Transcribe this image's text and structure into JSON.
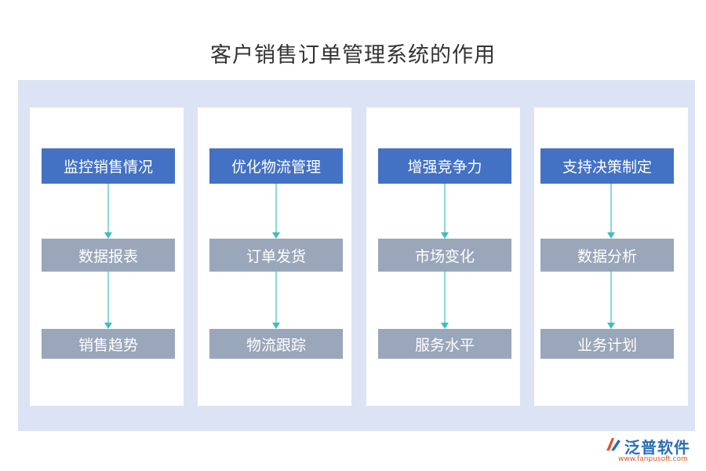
{
  "title": "客户销售订单管理系统的作用",
  "colors": {
    "panel": "#dbe3f4",
    "head_box": "#4372c5",
    "sub_box": "#9aa6ba",
    "arrow": "#3fbcc0"
  },
  "columns": [
    {
      "head": "监控销售情况",
      "items": [
        "数据报表",
        "销售趋势"
      ]
    },
    {
      "head": "优化物流管理",
      "items": [
        "订单发货",
        "物流跟踪"
      ]
    },
    {
      "head": "增强竞争力",
      "items": [
        "市场变化",
        "服务水平"
      ]
    },
    {
      "head": "支持决策制定",
      "items": [
        "数据分析",
        "业务计划"
      ]
    }
  ],
  "logo": {
    "name": "泛普软件",
    "url": "www.fanpusoft.com",
    "icon": "fanpu-logo-icon"
  }
}
